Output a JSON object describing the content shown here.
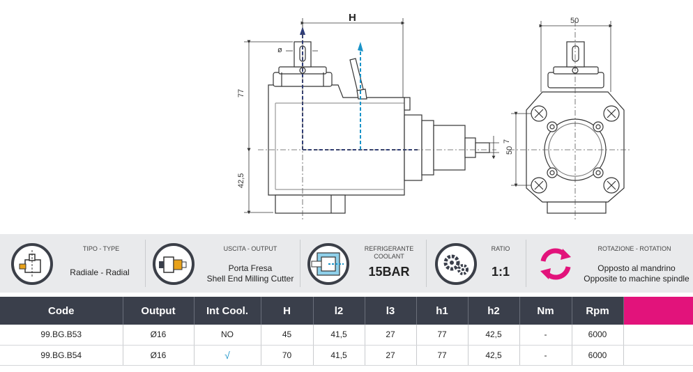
{
  "drawing": {
    "dim_H": "H",
    "dim_50_top": "50",
    "dim_50_side": "50",
    "dim_77": "77",
    "dim_42_5": "42,5",
    "dim_7": "7",
    "dim_dia": "ø"
  },
  "features": [
    {
      "id": "type",
      "title": "TIPO - TYPE",
      "value": "Radiale - Radial"
    },
    {
      "id": "output",
      "title": "USCITA - OUTPUT",
      "value_line1": "Porta Fresa",
      "value_line2": "Shell End Milling Cutter"
    },
    {
      "id": "coolant",
      "title_line1": "REFRIGERANTE",
      "title_line2": "COOLANT",
      "value": "15BAR"
    },
    {
      "id": "ratio",
      "title": "RATIO",
      "value": "1:1"
    },
    {
      "id": "rotation",
      "title": "ROTAZIONE - ROTATION",
      "value_line1": "Opposto al mandrino",
      "value_line2": "Opposite to machine spindle"
    }
  ],
  "colors": {
    "dark": "#3a3f4b",
    "accent": "#e2137b",
    "blue_dash": "#1a93c8",
    "navy_dash": "#2b3a7a"
  },
  "table": {
    "headers": [
      "Code",
      "Output",
      "Int Cool.",
      "H",
      "l2",
      "l3",
      "h1",
      "h2",
      "Nm",
      "Rpm",
      ""
    ],
    "rows": [
      [
        "99.BG.B53",
        "Ø16",
        "NO",
        "45",
        "41,5",
        "27",
        "77",
        "42,5",
        "-",
        "6000",
        ""
      ],
      [
        "99.BG.B54",
        "Ø16",
        "√",
        "70",
        "41,5",
        "27",
        "77",
        "42,5",
        "-",
        "6000",
        ""
      ]
    ]
  }
}
